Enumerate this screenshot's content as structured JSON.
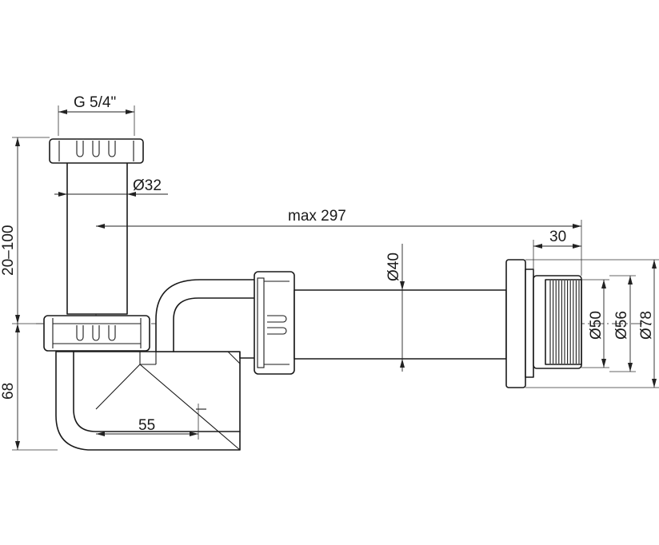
{
  "dimensions": {
    "thread": "G 5/4\"",
    "pipe_diameter": "Ø32",
    "max_length": "max 297",
    "wall_offset": "30",
    "height_range": "20–100",
    "drop_height": "68",
    "outlet_offset": "55",
    "horizontal_pipe_diameter": "Ø40",
    "sleeve_inner_diameter": "Ø50",
    "sleeve_outer_diameter": "Ø56",
    "rosette_diameter": "Ø78"
  }
}
